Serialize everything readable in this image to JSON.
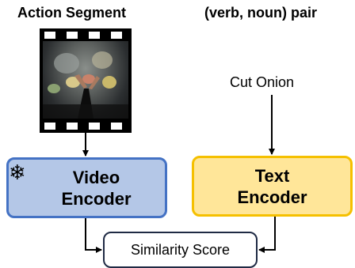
{
  "headings": {
    "left": "Action Segment",
    "right": "(verb, noun) pair"
  },
  "input_text": "Cut Onion",
  "video_encoder": {
    "line1": "Video",
    "line2": "Encoder",
    "frozen_icon": "snowflake-icon",
    "fill": "#b4c7e7",
    "border": "#4472c4"
  },
  "text_encoder": {
    "line1": "Text",
    "line2": "Encoder",
    "fill": "#ffe699",
    "border": "#f5c000"
  },
  "similarity": {
    "label": "Similarity Score"
  }
}
